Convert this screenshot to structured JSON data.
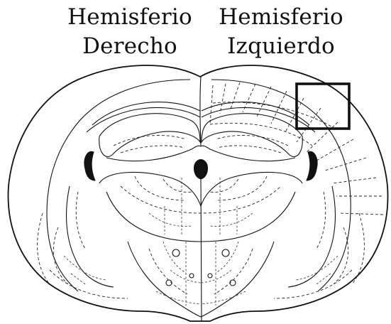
{
  "labels": {
    "right_hemisphere": {
      "line1": "Hemisferio",
      "line2": "Derecho"
    },
    "left_hemisphere": {
      "line1": "Hemisferio",
      "line2": "Izquierdo"
    }
  },
  "colors": {
    "ink": "#111111",
    "background": "#ffffff"
  }
}
